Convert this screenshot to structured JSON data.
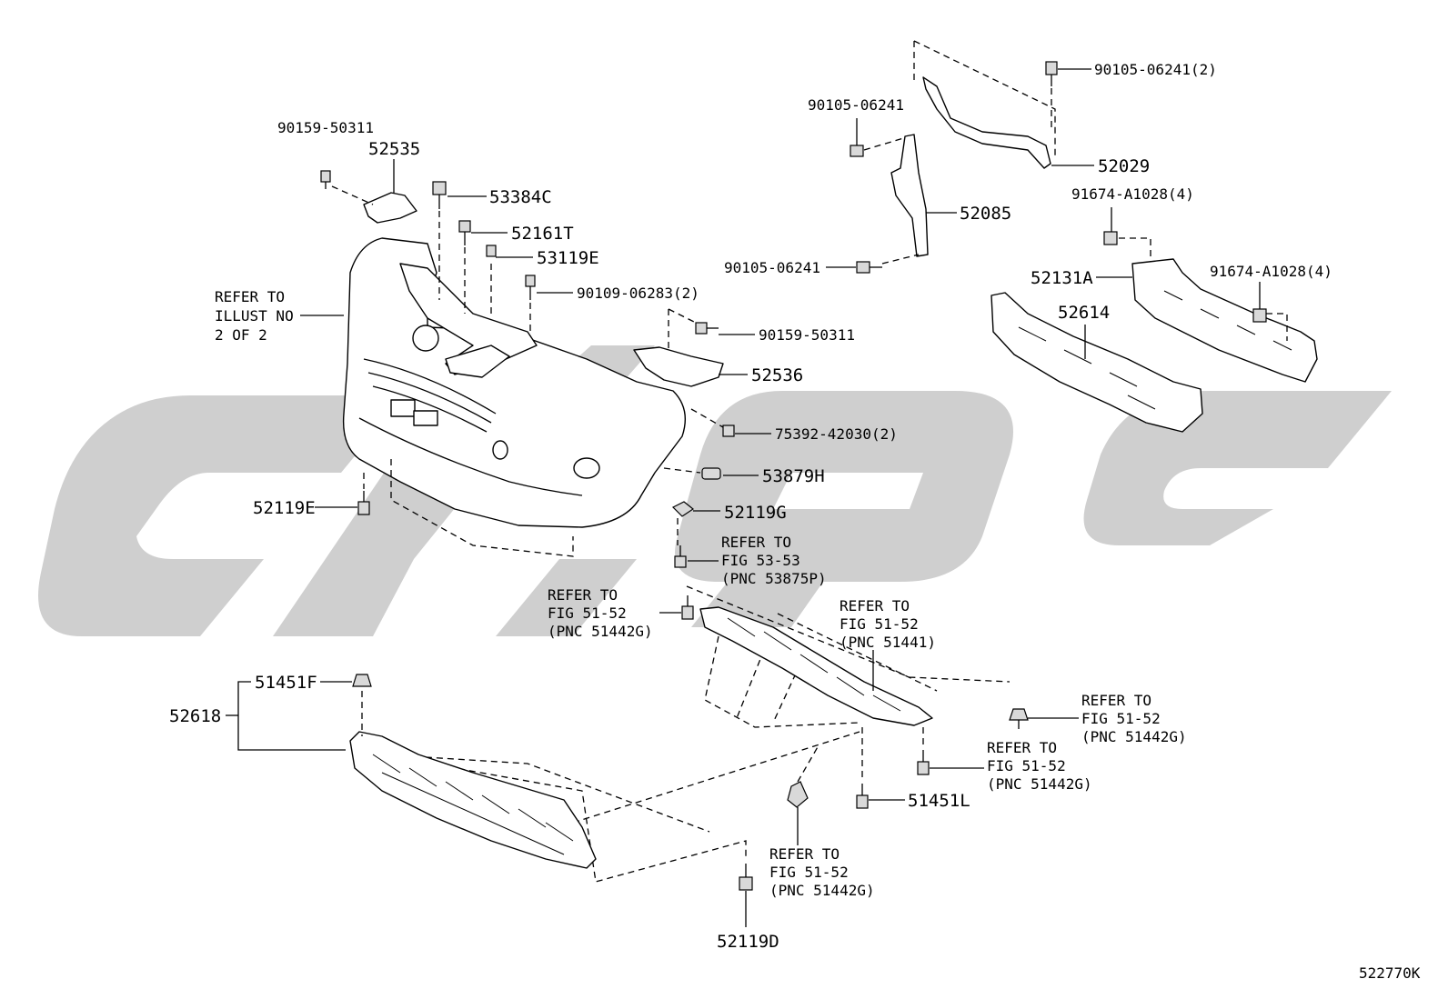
{
  "watermark": {
    "color": "#cfcfcf"
  },
  "labels": {
    "p90159_50311_top": "90159-50311",
    "p52535": "52535",
    "p53384C": "53384C",
    "p52161T": "52161T",
    "p53119E": "53119E",
    "p90109_06283": "90109-06283(2)",
    "p90159_50311_mid": "90159-50311",
    "p52536": "52536",
    "p75392_42030": "75392-42030(2)",
    "p53879H": "53879H",
    "p52119G": "52119G",
    "p52119E": "52119E",
    "p90105_06241_a": "90105-06241",
    "p90105_06241_2": "90105-06241(2)",
    "p52029": "52029",
    "p52085": "52085",
    "p90105_06241_b": "90105-06241",
    "p91674_a": "91674-A1028(4)",
    "p52131A": "52131A",
    "p91674_b": "91674-A1028(4)",
    "p52614": "52614",
    "p51451F": "51451F",
    "p52618": "52618",
    "p51451L": "51451L",
    "p52119D": "52119D",
    "doc_id": "522770K"
  },
  "refer_illust": [
    "REFER TO",
    "ILLUST NO",
    "2 OF 2"
  ],
  "refer_53_53": [
    "REFER TO",
    "FIG 53-53",
    "(PNC 53875P)"
  ],
  "refer_51442G_left": [
    "REFER TO",
    "FIG 51-52",
    "(PNC 51442G)"
  ],
  "refer_51441": [
    "REFER TO",
    "FIG 51-52",
    "(PNC 51441)"
  ],
  "refer_51442G_right_top": [
    "REFER TO",
    "FIG 51-52",
    "(PNC 51442G)"
  ],
  "refer_51442G_right_mid": [
    "REFER TO",
    "FIG 51-52",
    "(PNC 51442G)"
  ],
  "refer_51442G_bottom": [
    "REFER TO",
    "FIG 51-52",
    "(PNC 51442G)"
  ]
}
